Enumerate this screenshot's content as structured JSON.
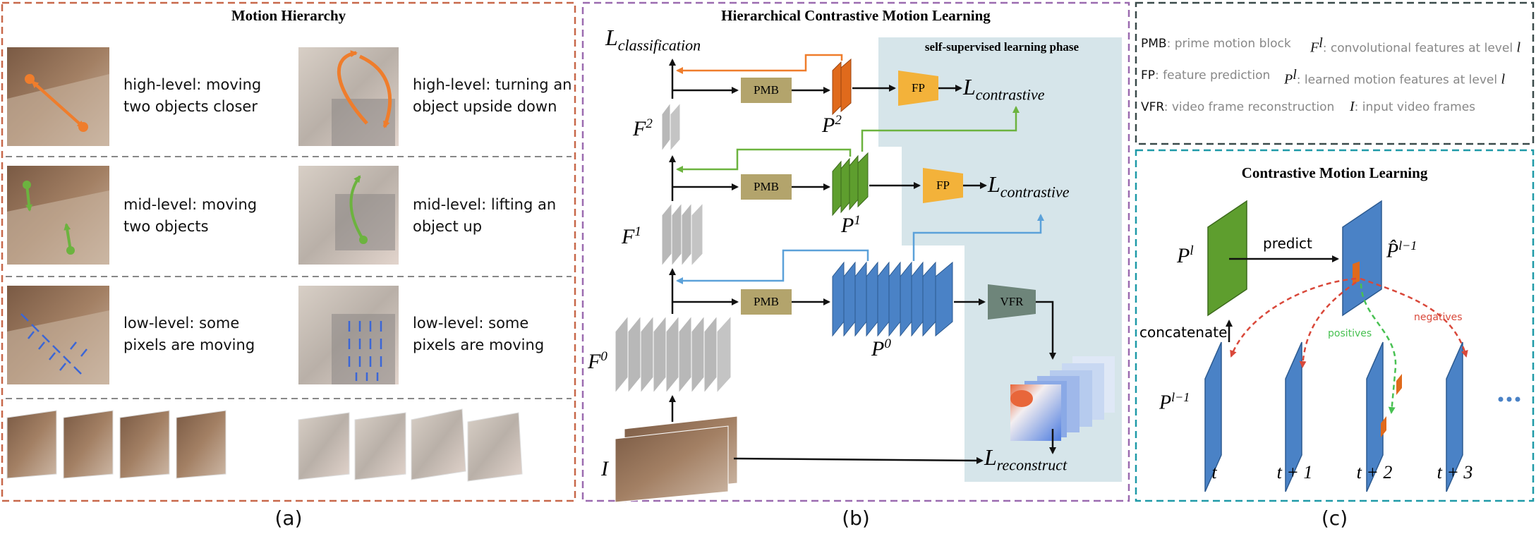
{
  "panel_a": {
    "title": "Motion Hierarchy",
    "caption": "(a)",
    "rows": [
      {
        "left": [
          "high-level: moving",
          "two objects closer"
        ],
        "right": [
          "high-level: turning an",
          "object upside down"
        ]
      },
      {
        "left": [
          "mid-level: moving",
          "two objects"
        ],
        "right": [
          "mid-level: lifting an",
          "object up"
        ]
      },
      {
        "left": [
          "low-level: some",
          "pixels are moving"
        ],
        "right": [
          "low-level: some",
          "pixels are moving"
        ]
      }
    ]
  },
  "panel_b": {
    "title": "Hierarchical Contrastive Motion Learning",
    "caption": "(b)",
    "ssl_label": "self-supervised learning phase",
    "pmb": "PMB",
    "fp": "FP",
    "vfr": "VFR",
    "l_main": "L",
    "l_classification": "classification",
    "l_contrastive": "contrastive",
    "l_reconstruct": "reconstruct",
    "f_label": "F",
    "p_label": "P",
    "i_label": "I",
    "levels": [
      "0",
      "1",
      "2"
    ]
  },
  "legend": {
    "items": [
      {
        "key": "PMB",
        "text": "prime motion block"
      },
      {
        "key": "FP",
        "text": "feature prediction"
      },
      {
        "key": "VFR",
        "text": "video frame reconstruction"
      },
      {
        "sym": "F",
        "sup": "l",
        "text": ": convolutional features at level "
      },
      {
        "sym": "P",
        "sup": "l",
        "text": ": learned motion features at level "
      },
      {
        "sym": "I",
        "text": ": input video frames"
      }
    ],
    "level_sym": "l"
  },
  "panel_c": {
    "title": "Contrastive Motion Learning",
    "caption": "(c)",
    "predict": "predict",
    "concatenate": "concatenate",
    "positives": "positives",
    "negatives": "negatives",
    "p_l": "P",
    "sup_l": "l",
    "sup_lm1": "l−1",
    "phat": "P̂",
    "time_labels": [
      "t",
      "t + 1",
      "t + 2",
      "t + 3"
    ],
    "ellipsis": "•••"
  },
  "colors": {
    "panel_a_border": "#c8684a",
    "panel_b_border": "#9b6bb0",
    "legend_border": "#3a4a4a",
    "panel_c_border": "#1f9aa8",
    "pmb": "#b3a46c",
    "fp": "#f3b23a",
    "vfr": "#6e857a",
    "p2": "#e06a1c",
    "p1": "#5e9e2e",
    "p0": "#4a82c6",
    "f_gray": "#b8b8b8",
    "ssl_bg": "#d6e5ea",
    "orange_arrow": "#ef7d2c",
    "green_arrow": "#6cb33f",
    "blue_arrow": "#5ba1d9",
    "negatives": "#d9483a",
    "positives": "#48c152"
  }
}
